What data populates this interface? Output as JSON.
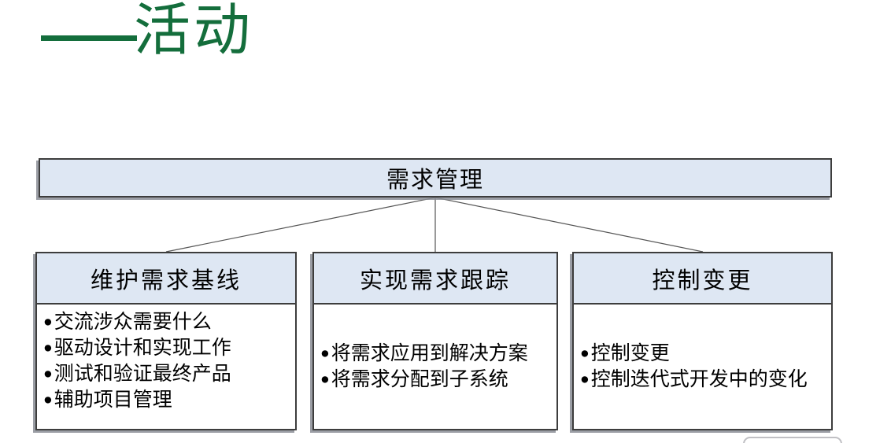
{
  "slide": {
    "title": {
      "dash": "——",
      "text": "活动"
    },
    "colors": {
      "title_green": "#146e3c",
      "box_fill": "#dee7f3",
      "box_border": "#3d3d3d",
      "shadow_gray": "#898d95",
      "connector": "#555555"
    },
    "diagram": {
      "root": {
        "label": "需求管理"
      },
      "children": [
        {
          "label": "维护需求基线",
          "bullets": [
            "交流涉众需要什么",
            "驱动设计和实现工作",
            "测试和验证最终产品",
            "辅助项目管理"
          ]
        },
        {
          "label": "实现需求跟踪",
          "bullets": [
            "将需求应用到解决方案",
            "将需求分配到子系统"
          ]
        },
        {
          "label": "控制变更",
          "bullets": [
            "控制变更",
            "控制迭代式开发中的变化"
          ]
        }
      ]
    }
  }
}
